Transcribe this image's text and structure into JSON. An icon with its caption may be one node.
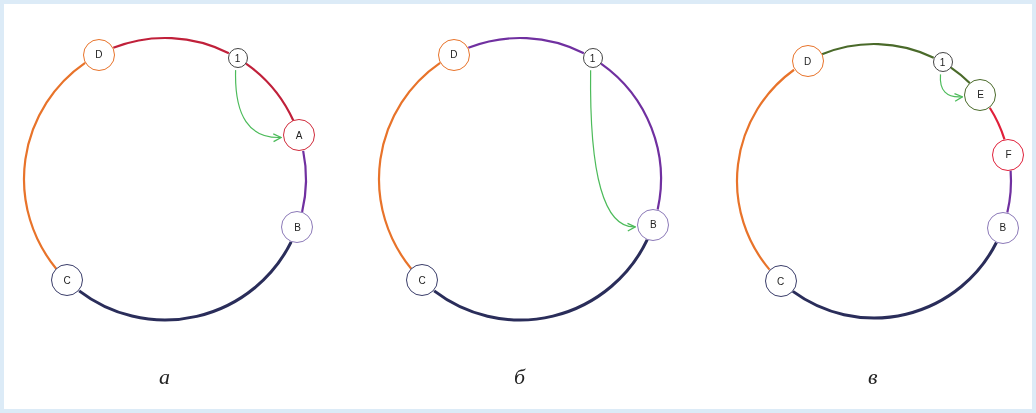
{
  "diagram": {
    "nodes": [
      {
        "text": [
          "D"
        ]
      },
      {
        "text": [
          "1"
        ]
      },
      {
        "text": [
          "A"
        ]
      },
      {
        "text": [
          "B"
        ]
      },
      {
        "text": [
          "C"
        ]
      },
      {
        "text": [
          "D"
        ]
      },
      {
        "text": [
          "1"
        ]
      },
      {
        "text": [
          "B"
        ]
      },
      {
        "text": [
          "C"
        ]
      },
      {
        "text": [
          "D"
        ]
      },
      {
        "text": [
          "1"
        ]
      },
      {
        "text": [
          "E"
        ]
      },
      {
        "text": [
          "F"
        ]
      },
      {
        "text": [
          "B"
        ]
      },
      {
        "text": [
          "C"
        ]
      }
    ],
    "edges": [
      {
        "from": 0,
        "to": 1,
        "arrow": "none",
        "color": "#c0203a"
      },
      {
        "from": 1,
        "to": 2,
        "arrow": "none",
        "color": "#c0203a"
      },
      {
        "from": 2,
        "to": 3,
        "arrow": "none",
        "color": "#7030a0"
      },
      {
        "from": 3,
        "to": 4,
        "arrow": "none",
        "color": "#2a2d5a"
      },
      {
        "from": 4,
        "to": 0,
        "arrow": "none",
        "color": "#e8732a"
      },
      {
        "from": 1,
        "to": 2,
        "arrow": "to",
        "color": "#4cbb5a"
      },
      {
        "from": 5,
        "to": 6,
        "arrow": "none",
        "color": "#7030a0"
      },
      {
        "from": 6,
        "to": 7,
        "arrow": "none",
        "color": "#7030a0"
      },
      {
        "from": 7,
        "to": 8,
        "arrow": "none",
        "color": "#2a2d5a"
      },
      {
        "from": 8,
        "to": 5,
        "arrow": "none",
        "color": "#e8732a"
      },
      {
        "from": 6,
        "to": 7,
        "arrow": "to",
        "color": "#4cbb5a"
      },
      {
        "from": 9,
        "to": 10,
        "arrow": "none",
        "color": "#4a6a2a"
      },
      {
        "from": 10,
        "to": 11,
        "arrow": "none",
        "color": "#4a6a2a"
      },
      {
        "from": 11,
        "to": 12,
        "arrow": "none",
        "color": "#e0203a"
      },
      {
        "from": 12,
        "to": 13,
        "arrow": "none",
        "color": "#7030a0"
      },
      {
        "from": 13,
        "to": 14,
        "arrow": "none",
        "color": "#2a2d5a"
      },
      {
        "from": 14,
        "to": 9,
        "arrow": "none",
        "color": "#e8732a"
      },
      {
        "from": 10,
        "to": 11,
        "arrow": "to",
        "color": "#4cbb5a"
      }
    ],
    "labels": [
      "а",
      "б",
      "в"
    ]
  }
}
